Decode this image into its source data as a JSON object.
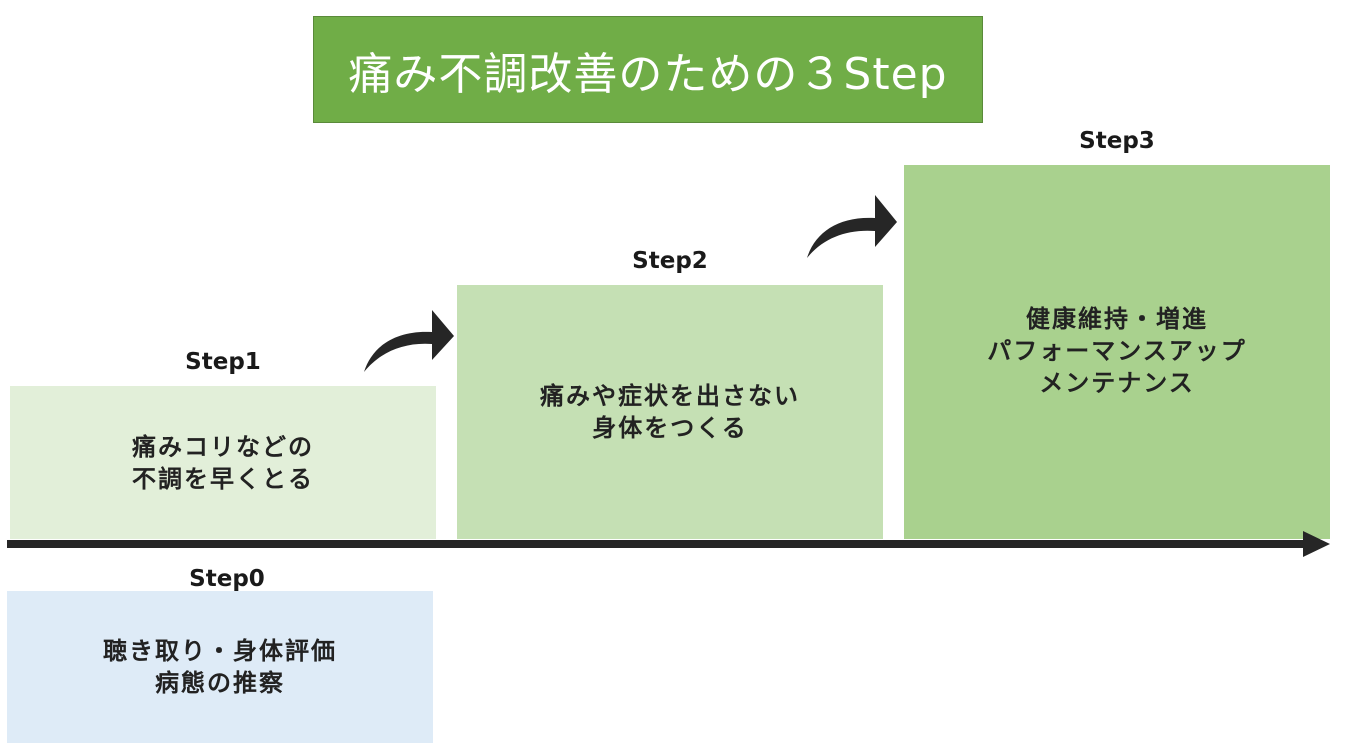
{
  "title": "痛み不調改善のための３Step",
  "colors": {
    "title_bg": "#70ad47",
    "step1_bg": "#e2efd9",
    "step2_bg": "#c5e0b4",
    "step3_bg": "#a9d18e",
    "step0_bg": "#deebf7",
    "arrow": "#262626"
  },
  "steps": [
    {
      "label": "Step1",
      "lines": [
        "痛みコリなどの",
        "不調を早くとる"
      ]
    },
    {
      "label": "Step2",
      "lines": [
        "痛みや症状を出さない",
        "身体をつくる"
      ]
    },
    {
      "label": "Step3",
      "lines": [
        "健康維持・増進",
        "パフォーマンスアップ",
        "メンテナンス"
      ]
    }
  ],
  "step0": {
    "label": "Step0",
    "lines": [
      "聴き取り・身体評価",
      "病態の推察"
    ]
  },
  "icons": [
    "curved-arrow-icon",
    "curved-arrow-icon",
    "timeline-arrow-icon"
  ]
}
